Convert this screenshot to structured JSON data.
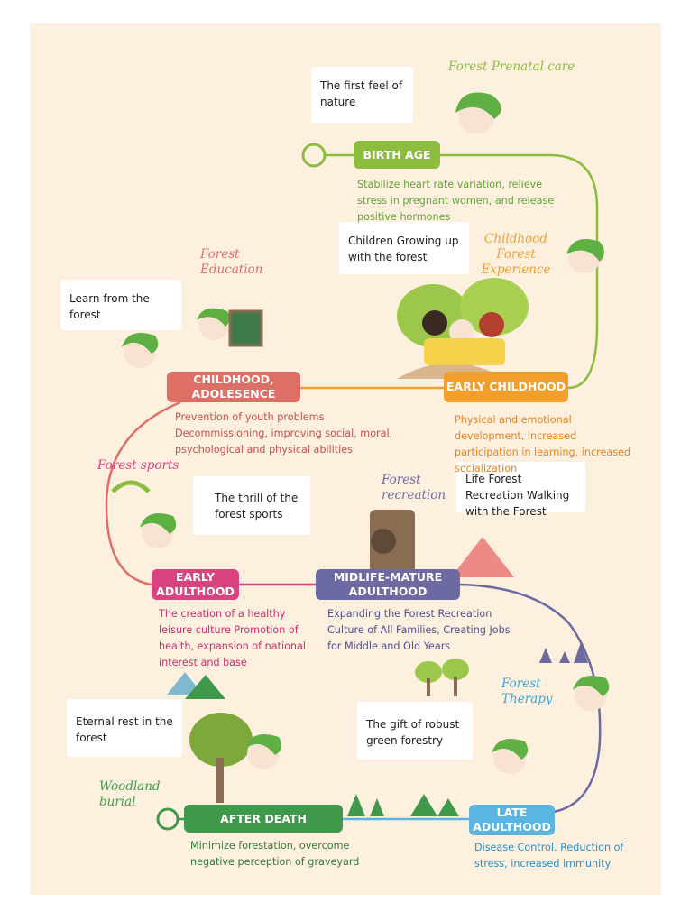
{
  "colors": {
    "birth": "#8cbd3f",
    "early_childhood": "#f19f2a",
    "childhood": "#dd6f66",
    "early_adulthood": "#d9437f",
    "midlife": "#6c6aa3",
    "late_adulthood": "#5ab5e1",
    "after_death": "#3e9a4a",
    "background": "#fdf0df"
  },
  "stages": [
    {
      "id": "birth",
      "label": "BIRTH AGE",
      "tagline": "Forest Prenatal care",
      "bubble": "The first feel of nature",
      "description": "Stabilize heart rate variation, relieve stress in pregnant women, and release positive hormones"
    },
    {
      "id": "early_childhood",
      "label": "EARLY CHILDHOOD",
      "tagline": "Childhood Forest Experience",
      "bubble": "Children Growing up with the forest",
      "description": "Physical and emotional development, increased participation in learning, increased socialization"
    },
    {
      "id": "childhood",
      "label": "CHILDHOOD, ADOLESENCE",
      "tagline": "Forest Education",
      "bubble": "Learn from the forest",
      "description": "Prevention of youth problems Decommissioning, improving social, moral, psychological and physical abilities"
    },
    {
      "id": "early_adulthood",
      "label": "EARLY ADULTHOOD",
      "tagline": "Forest sports",
      "bubble": "The thrill of the forest sports",
      "description": "The creation of a healthy leisure culture Promotion of health, expansion of national interest and base"
    },
    {
      "id": "midlife",
      "label": "MIDLIFE-MATURE ADULTHOOD",
      "tagline": "Forest recreation",
      "bubble": "Life Forest Recreation Walking with the Forest",
      "description": "Expanding the Forest Recreation Culture of All Families, Creating Jobs for Middle and Old Years"
    },
    {
      "id": "late_adulthood",
      "label": "LATE ADULTHOOD",
      "tagline": "Forest Therapy",
      "bubble": "The gift of robust green forestry",
      "description": "Disease Control. Reduction of stress, increased immunity"
    },
    {
      "id": "after_death",
      "label": "AFTER DEATH",
      "tagline": "Woodland burial",
      "bubble": "Eternal rest in the forest",
      "description": "Minimize forestation, overcome negative perception of graveyard"
    }
  ]
}
